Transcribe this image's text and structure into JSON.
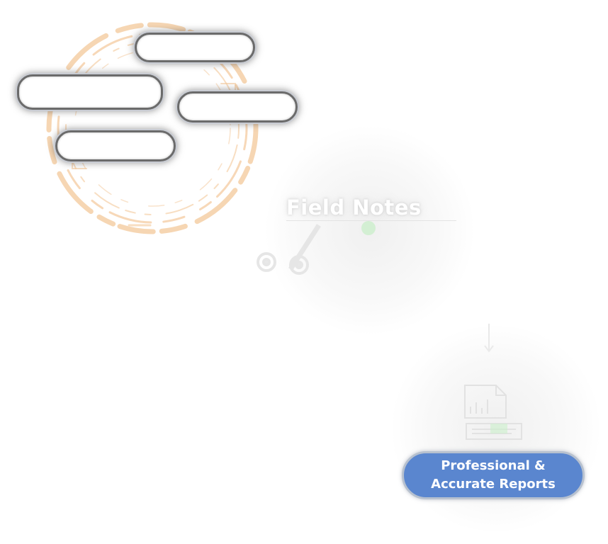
{
  "field_notes": {
    "title": "Field Notes"
  },
  "report": {
    "label": "Professional & Accurate Reports"
  },
  "nodes": [
    {
      "name": "pill-1",
      "label": ""
    },
    {
      "name": "pill-2",
      "label": ""
    },
    {
      "name": "pill-3",
      "label": ""
    },
    {
      "name": "pill-4",
      "label": ""
    }
  ],
  "colors": {
    "ring": "#f3c89a",
    "pill_border": "#6b6b6b",
    "report_fill": "#5a86cf",
    "report_border": "#b7c1cf",
    "glow_green": "#9be39b"
  },
  "icons": [
    "tech-ring-decoration",
    "edit-pen-icon",
    "document-chart-icon",
    "arrow-down-icon"
  ]
}
